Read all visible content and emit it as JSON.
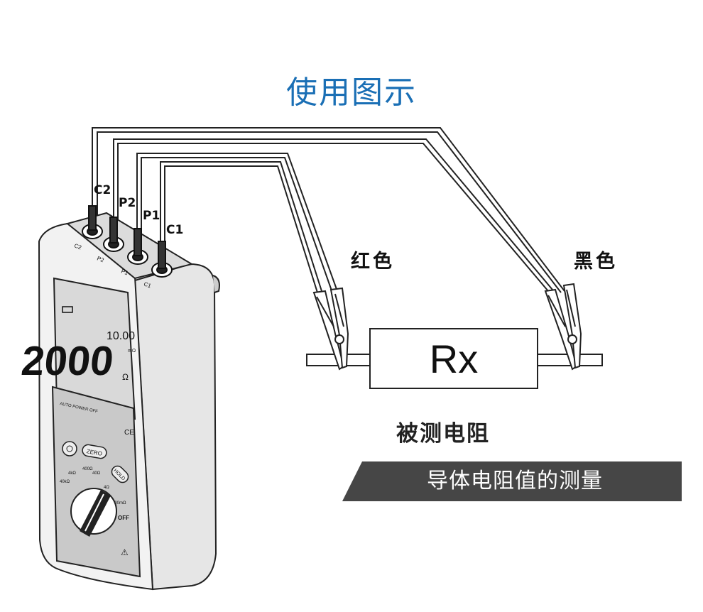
{
  "title": "使用图示",
  "terminals": {
    "c2": "C2",
    "p2": "P2",
    "p1": "P1",
    "c1": "C1"
  },
  "clip_labels": {
    "red": "红色",
    "black": "黑色"
  },
  "resistor": {
    "label": "Rx",
    "caption": "被测电阻"
  },
  "banner": {
    "text": "导体电阻值的测量",
    "color": "#464646"
  },
  "meter": {
    "display_main": "2000",
    "display_range": "10.00",
    "display_unit_small": "mΩ",
    "display_unit": "Ω",
    "auto_power_off": "AUTO POWER OFF",
    "ce_mark": "CE",
    "zero_button": "ZERO",
    "hold_button": "HOLD",
    "off_label": "OFF",
    "ranges": [
      "40kΩ",
      "4kΩ",
      "400Ω",
      "40Ω",
      "4Ω",
      "400mΩ"
    ],
    "terminal_marks": [
      "C2",
      "P2",
      "P1",
      "C1"
    ]
  },
  "accent_color": "#1a6fb5"
}
